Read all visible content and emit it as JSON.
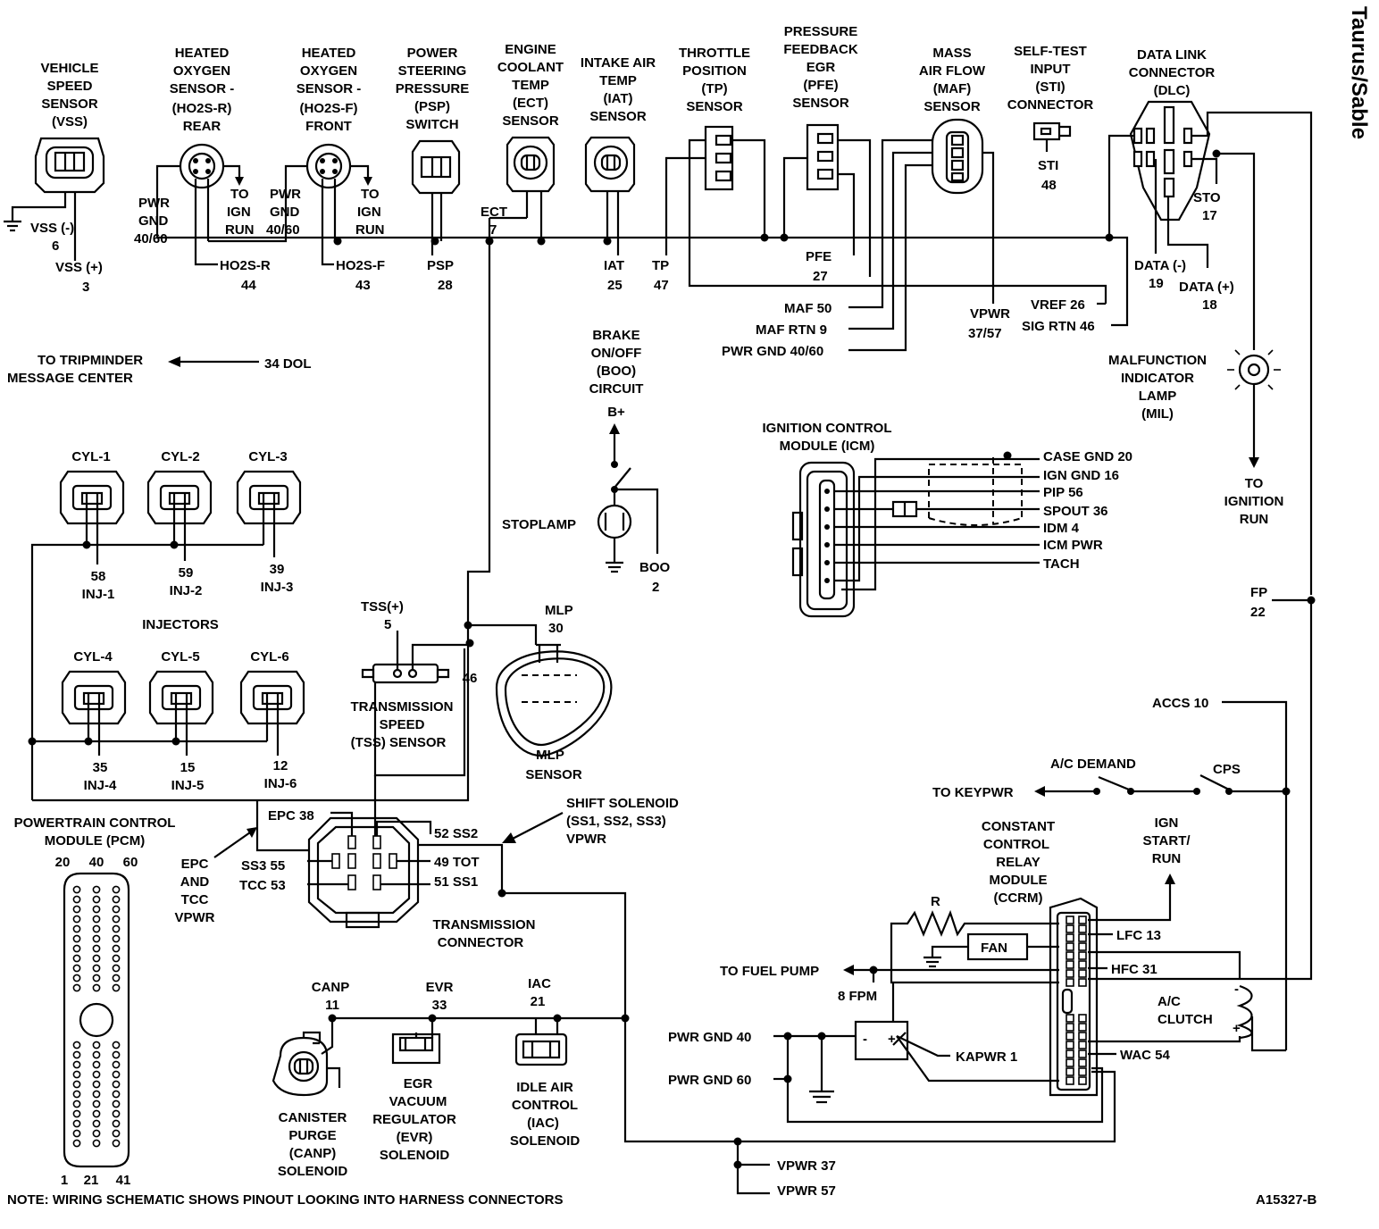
{
  "title": "Taurus/Sable",
  "note": "NOTE: WIRING SCHEMATIC SHOWS PINOUT LOOKING INTO HARNESS CONNECTORS",
  "figure_id": "A15327-B",
  "sensors": {
    "vss": [
      "VEHICLE",
      "SPEED",
      "SENSOR",
      "(VSS)"
    ],
    "ho2s_r": [
      "HEATED",
      "OXYGEN",
      "SENSOR -",
      "(HO2S-R)",
      "REAR"
    ],
    "ho2s_f": [
      "HEATED",
      "OXYGEN",
      "SENSOR -",
      "(HO2S-F)",
      "FRONT"
    ],
    "psp": [
      "POWER",
      "STEERING",
      "PRESSURE",
      "(PSP)",
      "SWITCH"
    ],
    "ect": [
      "ENGINE",
      "COOLANT",
      "TEMP",
      "(ECT)",
      "SENSOR"
    ],
    "iat": [
      "INTAKE AIR",
      "TEMP",
      "(IAT)",
      "SENSOR"
    ],
    "tp": [
      "THROTTLE",
      "POSITION",
      "(TP)",
      "SENSOR"
    ],
    "pfe": [
      "PRESSURE",
      "FEEDBACK",
      "EGR",
      "(PFE)",
      "SENSOR"
    ],
    "maf": [
      "MASS",
      "AIR FLOW",
      "(MAF)",
      "SENSOR"
    ],
    "sti": [
      "SELF-TEST",
      "INPUT",
      "(STI)",
      "CONNECTOR"
    ],
    "dlc": [
      "DATA LINK",
      "CONNECTOR",
      "(DLC)"
    ]
  },
  "pins": {
    "vss_neg": [
      "VSS (-)",
      "6"
    ],
    "vss_pos": [
      "VSS (+)",
      "3"
    ],
    "pwr_gnd_r": [
      "PWR",
      "GND",
      "40/60"
    ],
    "to_ign_run_r": [
      "TO",
      "IGN",
      "RUN"
    ],
    "ho2s_r_pin": [
      "HO2S-R",
      "44"
    ],
    "pwr_gnd_f": [
      "PWR",
      "GND",
      "40/60"
    ],
    "to_ign_run_f": [
      "TO",
      "IGN",
      "RUN"
    ],
    "ho2s_f_pin": [
      "HO2S-F",
      "43"
    ],
    "psp_pin": [
      "PSP",
      "28"
    ],
    "ect_pin": [
      "ECT",
      "7"
    ],
    "iat_pin": [
      "IAT",
      "25"
    ],
    "tp_pin": [
      "TP",
      "47"
    ],
    "pfe_pin": [
      "PFE",
      "27"
    ],
    "sti_pin": [
      "STI",
      "48"
    ],
    "sto_pin": [
      "STO",
      "17"
    ],
    "data_neg": [
      "DATA (-)",
      "19"
    ],
    "data_pos": [
      "DATA (+)",
      "18"
    ],
    "maf_50": "MAF 50",
    "maf_rtn": "MAF RTN 9",
    "pwr_gnd_maf": "PWR GND 40/60",
    "vpwr_maf": [
      "VPWR",
      "37/57"
    ],
    "vref": "VREF 26",
    "sig_rtn": "SIG RTN 46"
  },
  "tripminder": {
    "label": [
      "TO TRIPMINDER",
      "MESSAGE CENTER"
    ],
    "pin": "34 DOL"
  },
  "boo": {
    "label": [
      "BRAKE",
      "ON/OFF",
      "(BOO)",
      "CIRCUIT"
    ],
    "bplus": "B+",
    "stoplamp": "STOPLAMP",
    "pin": [
      "BOO",
      "2"
    ]
  },
  "mil": {
    "label": [
      "MALFUNCTION",
      "INDICATOR",
      "LAMP",
      "(MIL)"
    ],
    "to": [
      "TO",
      "IGNITION",
      "RUN"
    ]
  },
  "icm": {
    "label": [
      "IGNITION CONTROL",
      "MODULE (ICM)"
    ],
    "pins": [
      "CASE GND 20",
      "IGN GND 16",
      "PIP 56",
      "SPOUT 36",
      "IDM 4",
      "ICM PWR",
      "TACH"
    ]
  },
  "injectors": {
    "title": "INJECTORS",
    "cyl": [
      "CYL-1",
      "CYL-2",
      "CYL-3",
      "CYL-4",
      "CYL-5",
      "CYL-6"
    ],
    "pins": [
      [
        "58",
        "INJ-1"
      ],
      [
        "59",
        "INJ-2"
      ],
      [
        "39",
        "INJ-3"
      ],
      [
        "35",
        "INJ-4"
      ],
      [
        "15",
        "INJ-5"
      ],
      [
        "12",
        "INJ-6"
      ]
    ]
  },
  "tss": {
    "pin": [
      "TSS(+)",
      "5"
    ],
    "label": [
      "TRANSMISSION",
      "SPEED",
      "(TSS) SENSOR"
    ],
    "p46": "46"
  },
  "mlp": {
    "pin": [
      "MLP",
      "30"
    ],
    "label": [
      "MLP",
      "SENSOR"
    ]
  },
  "fp": [
    "FP",
    "22"
  ],
  "accs": "ACCS 10",
  "ac": {
    "demand": "A/C DEMAND",
    "cps": "CPS",
    "to_keypwr": "TO KEYPWR"
  },
  "pcm": {
    "label": [
      "POWERTRAIN CONTROL",
      "MODULE (PCM)"
    ],
    "top": [
      "20",
      "40",
      "60"
    ],
    "bottom": [
      "1",
      "21",
      "41"
    ]
  },
  "trans": {
    "epc": "EPC 38",
    "ss2": "52 SS2",
    "ss3": "SS3 55",
    "tot": "49 TOT",
    "tcc": "TCC 53",
    "ss1": "51 SS1",
    "label": [
      "TRANSMISSION",
      "CONNECTOR"
    ],
    "shift": [
      "SHIFT SOLENOID",
      "(SS1, SS2, SS3)",
      "VPWR"
    ],
    "epc_vpwr": [
      "EPC",
      "AND",
      "TCC",
      "VPWR"
    ]
  },
  "ccrm": {
    "label": [
      "CONSTANT",
      "CONTROL",
      "RELAY",
      "MODULE",
      "(CCRM)"
    ],
    "ign": [
      "IGN",
      "START/",
      "RUN"
    ],
    "r": "R",
    "fan": "FAN",
    "lfc": "LFC 13",
    "hfc": "HFC 31",
    "wac": "WAC 54",
    "kapwr": "KAPWR 1",
    "to_fuel": "TO FUEL PUMP",
    "fpm": "8 FPM",
    "clutch": [
      "A/C",
      "CLUTCH"
    ],
    "pg40": "PWR GND 40",
    "pg60": "PWR GND 60",
    "minus": "-",
    "plus": "+"
  },
  "solenoids": {
    "canp_pin": [
      "CANP",
      "11"
    ],
    "evr_pin": [
      "EVR",
      "33"
    ],
    "iac_pin": [
      "IAC",
      "21"
    ],
    "canp": [
      "CANISTER",
      "PURGE",
      "(CANP)",
      "SOLENOID"
    ],
    "evr": [
      "EGR",
      "VACUUM",
      "REGULATOR",
      "(EVR)",
      "SOLENOID"
    ],
    "iac": [
      "IDLE AIR",
      "CONTROL",
      "(IAC)",
      "SOLENOID"
    ]
  },
  "vpwr": [
    "VPWR 37",
    "VPWR 57"
  ]
}
